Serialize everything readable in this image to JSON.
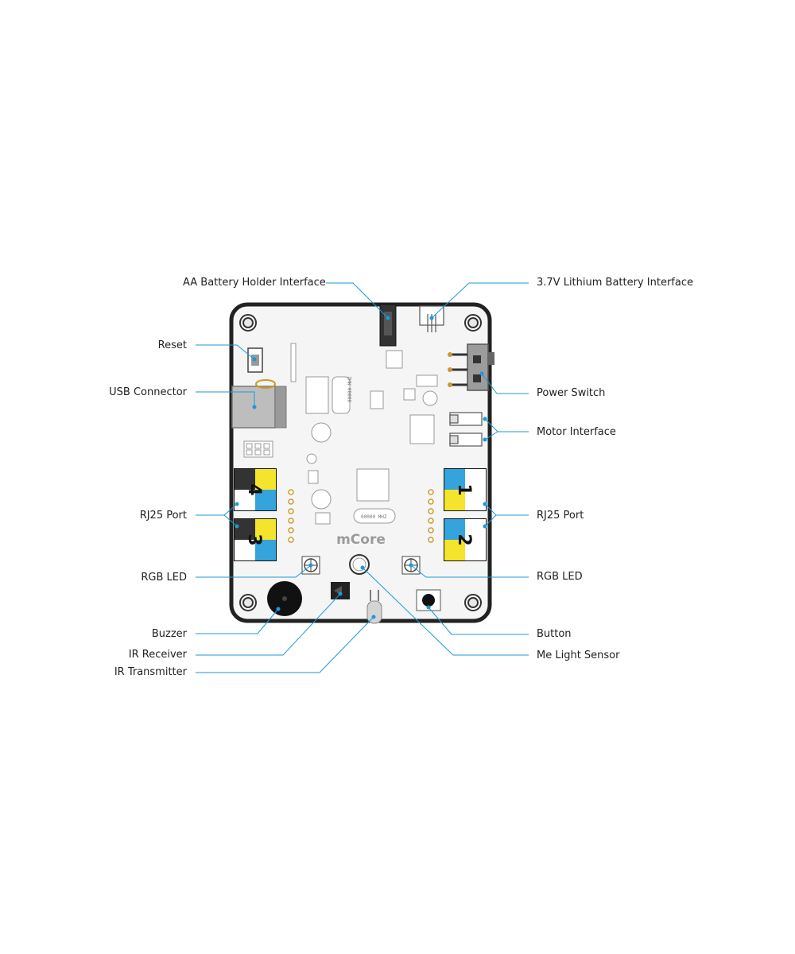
{
  "board": {
    "logo": "mCore",
    "crystal_label": "00000 MHZ",
    "port_numbers": [
      "1",
      "2",
      "3",
      "4"
    ],
    "colors": {
      "accent": "#1a9ad6",
      "yellow": "#f4e42b",
      "blue": "#35a3dc",
      "board_edge": "#222222",
      "board_fill": "#f5f5f5"
    }
  },
  "labels": {
    "aa_battery": "AA Battery Holder Interface",
    "lithium_battery": "3.7V Lithium Battery Interface",
    "reset": "Reset",
    "usb_connector": "USB Connector",
    "power_switch": "Power Switch",
    "motor_interface": "Motor Interface",
    "rj25_left": "RJ25 Port",
    "rj25_right": "RJ25 Port",
    "rgb_led_left": "RGB LED",
    "rgb_led_right": "RGB LED",
    "buzzer": "Buzzer",
    "ir_receiver": "IR Receiver",
    "ir_transmitter": "IR Transmitter",
    "button": "Button",
    "light_sensor": "Me Light Sensor"
  }
}
